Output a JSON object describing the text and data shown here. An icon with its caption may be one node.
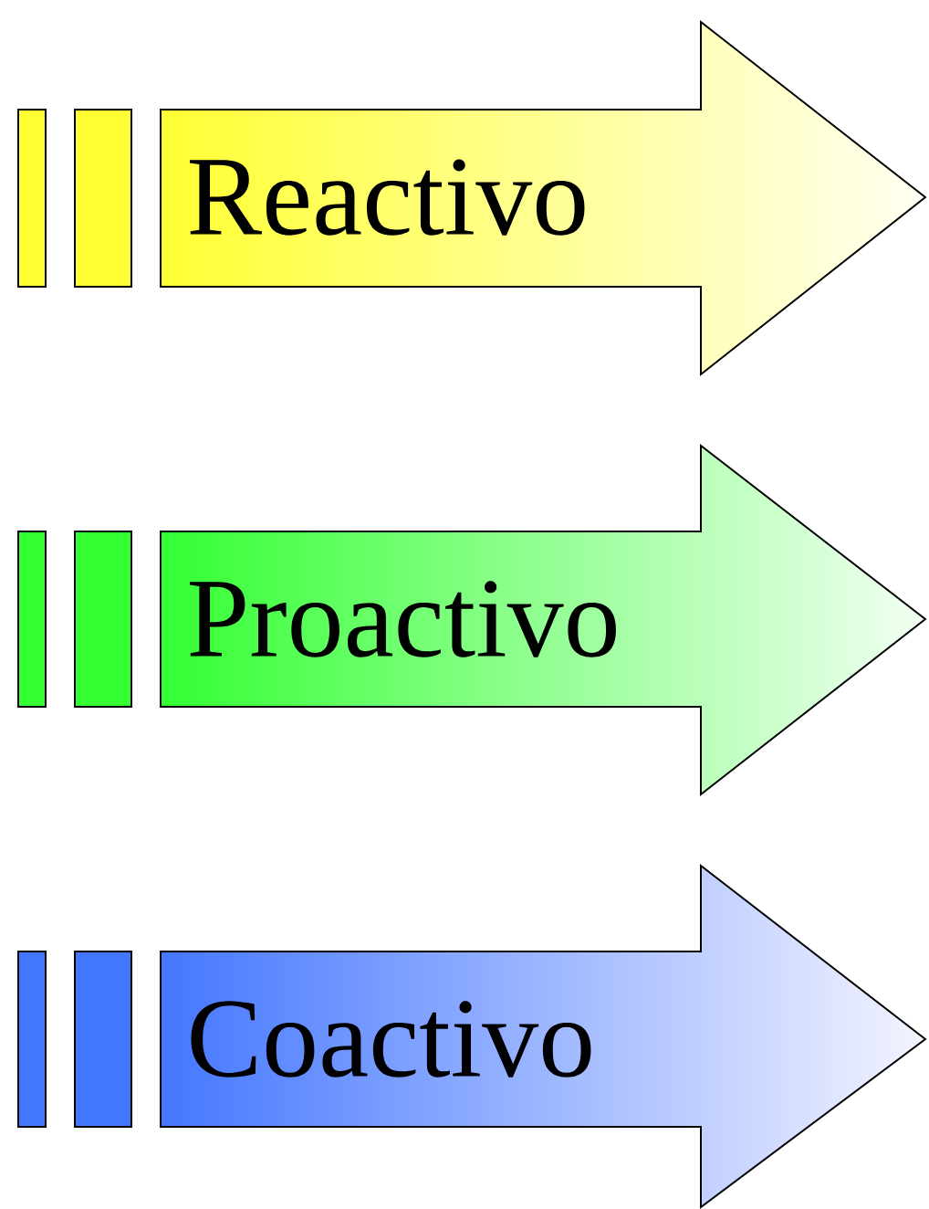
{
  "diagram": {
    "nodes": [
      {
        "text": [
          "Reactivo"
        ]
      },
      {
        "text": [
          "Proactivo"
        ]
      },
      {
        "text": [
          "Coactivo"
        ]
      }
    ]
  }
}
